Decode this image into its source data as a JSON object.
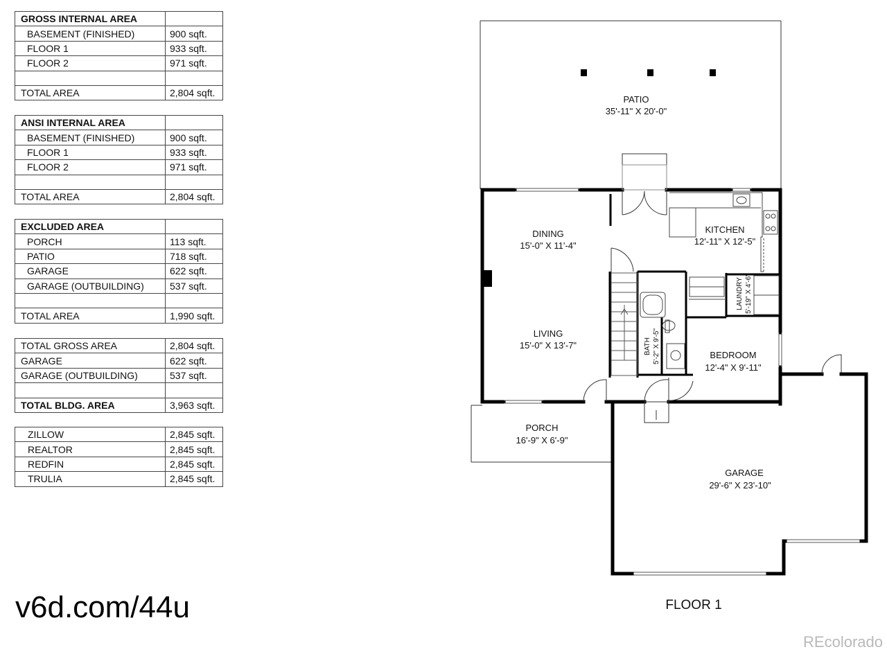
{
  "gross": {
    "header": "GROSS INTERNAL AREA",
    "rows": [
      {
        "label": "BASEMENT (FINISHED)",
        "value": "900 sqft."
      },
      {
        "label": "FLOOR 1",
        "value": "933 sqft."
      },
      {
        "label": "FLOOR 2",
        "value": "971 sqft."
      }
    ],
    "total_label": "TOTAL AREA",
    "total_value": "2,804 sqft."
  },
  "ansi": {
    "header": "ANSI INTERNAL AREA",
    "rows": [
      {
        "label": "BASEMENT (FINISHED)",
        "value": "900 sqft."
      },
      {
        "label": "FLOOR 1",
        "value": "933 sqft."
      },
      {
        "label": "FLOOR 2",
        "value": "971 sqft."
      }
    ],
    "total_label": "TOTAL AREA",
    "total_value": "2,804 sqft."
  },
  "excluded": {
    "header": "EXCLUDED AREA",
    "rows": [
      {
        "label": "PORCH",
        "value": "113 sqft."
      },
      {
        "label": "PATIO",
        "value": "718 sqft."
      },
      {
        "label": "GARAGE",
        "value": "622 sqft."
      },
      {
        "label": "GARAGE (OUTBUILDING)",
        "value": "537 sqft."
      }
    ],
    "total_label": "TOTAL AREA",
    "total_value": "1,990 sqft."
  },
  "summary": {
    "rows": [
      {
        "label": "TOTAL GROSS AREA",
        "value": "2,804 sqft."
      },
      {
        "label": "GARAGE",
        "value": "622 sqft."
      },
      {
        "label": "GARAGE (OUTBUILDING)",
        "value": "537 sqft."
      }
    ],
    "total_label": "TOTAL BLDG. AREA",
    "total_value": "3,963 sqft."
  },
  "listings": {
    "rows": [
      {
        "label": "ZILLOW",
        "value": "2,845 sqft."
      },
      {
        "label": "REALTOR",
        "value": "2,845 sqft."
      },
      {
        "label": "REDFIN",
        "value": "2,845 sqft."
      },
      {
        "label": "TRULIA",
        "value": "2,845 sqft."
      }
    ]
  },
  "url": "v6d.com/44u",
  "watermark": "REcolorado",
  "plan": {
    "floor_label": "FLOOR 1",
    "rooms": {
      "patio": {
        "name": "PATIO",
        "dims": "35'-11\" X 20'-0\""
      },
      "dining": {
        "name": "DINING",
        "dims": "15'-0\" X 11'-4\""
      },
      "kitchen": {
        "name": "KITCHEN",
        "dims": "12'-11\" X 12'-5\""
      },
      "laundry": {
        "name": "LAUNDRY",
        "dims": "5'-19\" X 4'-6\""
      },
      "living": {
        "name": "LIVING",
        "dims": "15'-0\" X 13'-7\""
      },
      "bath": {
        "name": "BATH",
        "dims": "5'-2\" X 9'-5\""
      },
      "bedroom": {
        "name": "BEDROOM",
        "dims": "12'-4\" X 9'-11\""
      },
      "porch": {
        "name": "PORCH",
        "dims": "16'-9\" X 6'-9\""
      },
      "garage": {
        "name": "GARAGE",
        "dims": "29'-6\" X 23'-10\""
      }
    }
  }
}
